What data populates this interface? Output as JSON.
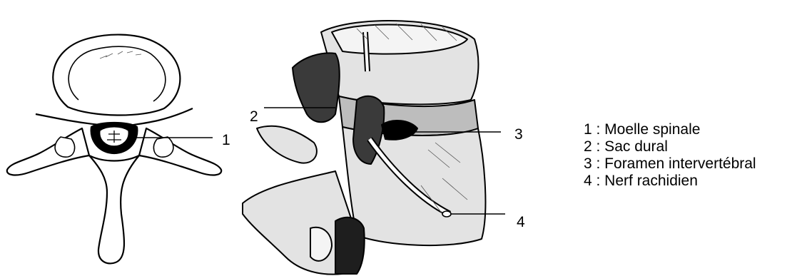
{
  "callouts": [
    {
      "id": "1",
      "label": "1"
    },
    {
      "id": "2",
      "label": "2"
    },
    {
      "id": "3",
      "label": "3"
    },
    {
      "id": "4",
      "label": "4"
    }
  ],
  "legend": {
    "items": [
      "1 : Moelle spinale",
      "2 : Sac dural",
      "3 : Foramen intervertébral",
      "4 : Nerf rachidien"
    ]
  }
}
